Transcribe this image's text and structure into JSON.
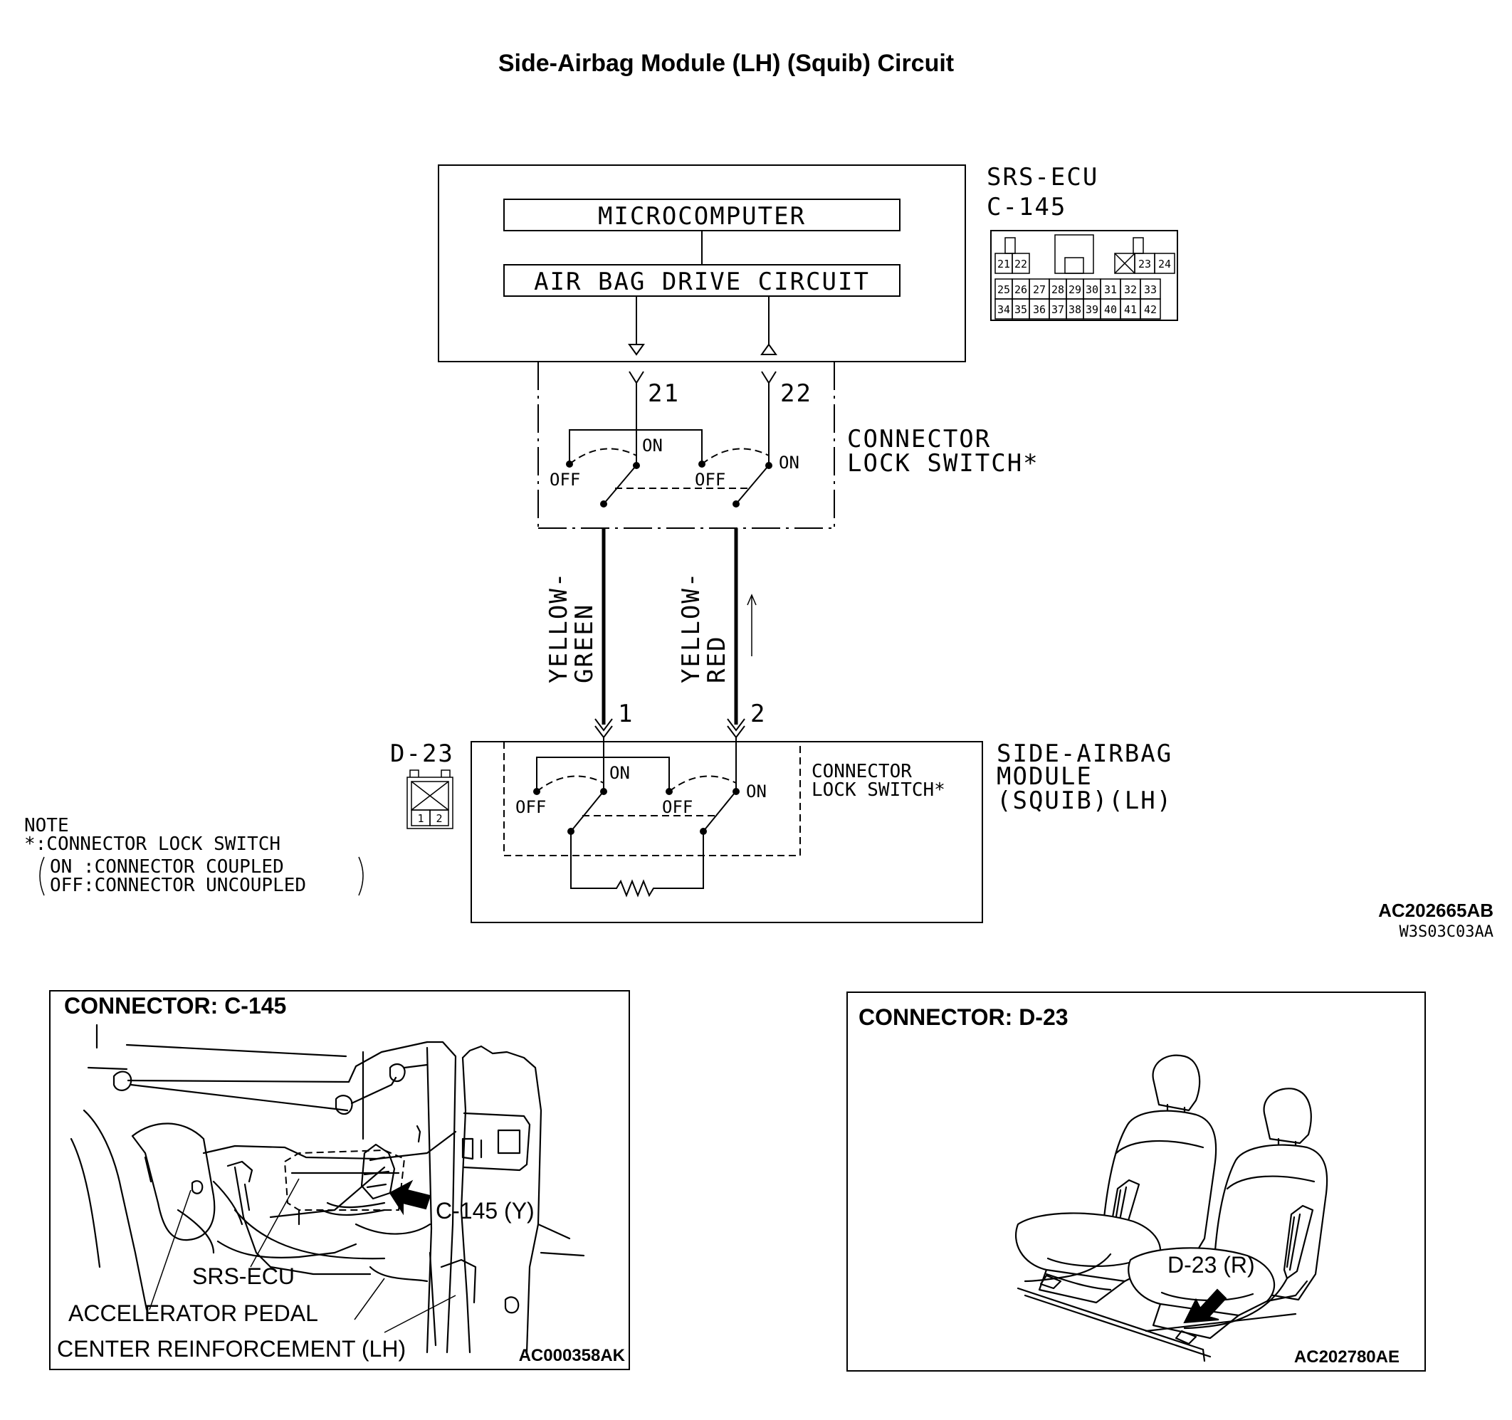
{
  "title": "Side-Airbag Module (LH) (Squib) Circuit",
  "ecu": {
    "name": "SRS-ECU",
    "connector": "C-145",
    "microcomputer_label": "MICROCOMPUTER",
    "drive_circuit_label": "AIR BAG DRIVE CIRCUIT",
    "pins_row1": [
      "21",
      "22",
      "23",
      "24"
    ],
    "pins_row2": [
      "25",
      "26",
      "27",
      "28",
      "29",
      "30",
      "31",
      "32",
      "33"
    ],
    "pins_row3": [
      "34",
      "35",
      "36",
      "37",
      "38",
      "39",
      "40",
      "41",
      "42"
    ]
  },
  "terminals": {
    "t21": "21",
    "t22": "22",
    "t1": "1",
    "t2": "2"
  },
  "lock_switch_upper": {
    "label_line1": "CONNECTOR",
    "label_line2": "LOCK SWITCH*",
    "on": "ON",
    "off": "OFF"
  },
  "wires": {
    "left_line1": "YELLOW-",
    "left_line2": "GREEN",
    "right_line1": "YELLOW-",
    "right_line2": "RED"
  },
  "module": {
    "connector": "D-23",
    "label_line1": "SIDE-AIRBAG",
    "label_line2": "MODULE",
    "label_line3": "(SQUIB)(LH)",
    "switch_line1": "CONNECTOR",
    "switch_line2": "LOCK SWITCH*",
    "pin1": "1",
    "pin2": "2"
  },
  "note": {
    "line1": "NOTE",
    "line2": "*:CONNECTOR LOCK SWITCH",
    "line3": "ON :CONNECTOR COUPLED",
    "line4": "OFF:CONNECTOR UNCOUPLED"
  },
  "figure_codes": {
    "main": "AC202665AB",
    "sub": "W3S03C03AA"
  },
  "panel_c145": {
    "heading": "CONNECTOR: C-145",
    "callout_connector": "C-145 (Y)",
    "callout_ecu": "SRS-ECU",
    "callout_pedal": "ACCELERATOR PEDAL",
    "callout_reinforcement": "CENTER REINFORCEMENT (LH)",
    "code": "AC000358AK"
  },
  "panel_d23": {
    "heading": "CONNECTOR: D-23",
    "callout_connector": "D-23 (R)",
    "code": "AC202780AE"
  }
}
